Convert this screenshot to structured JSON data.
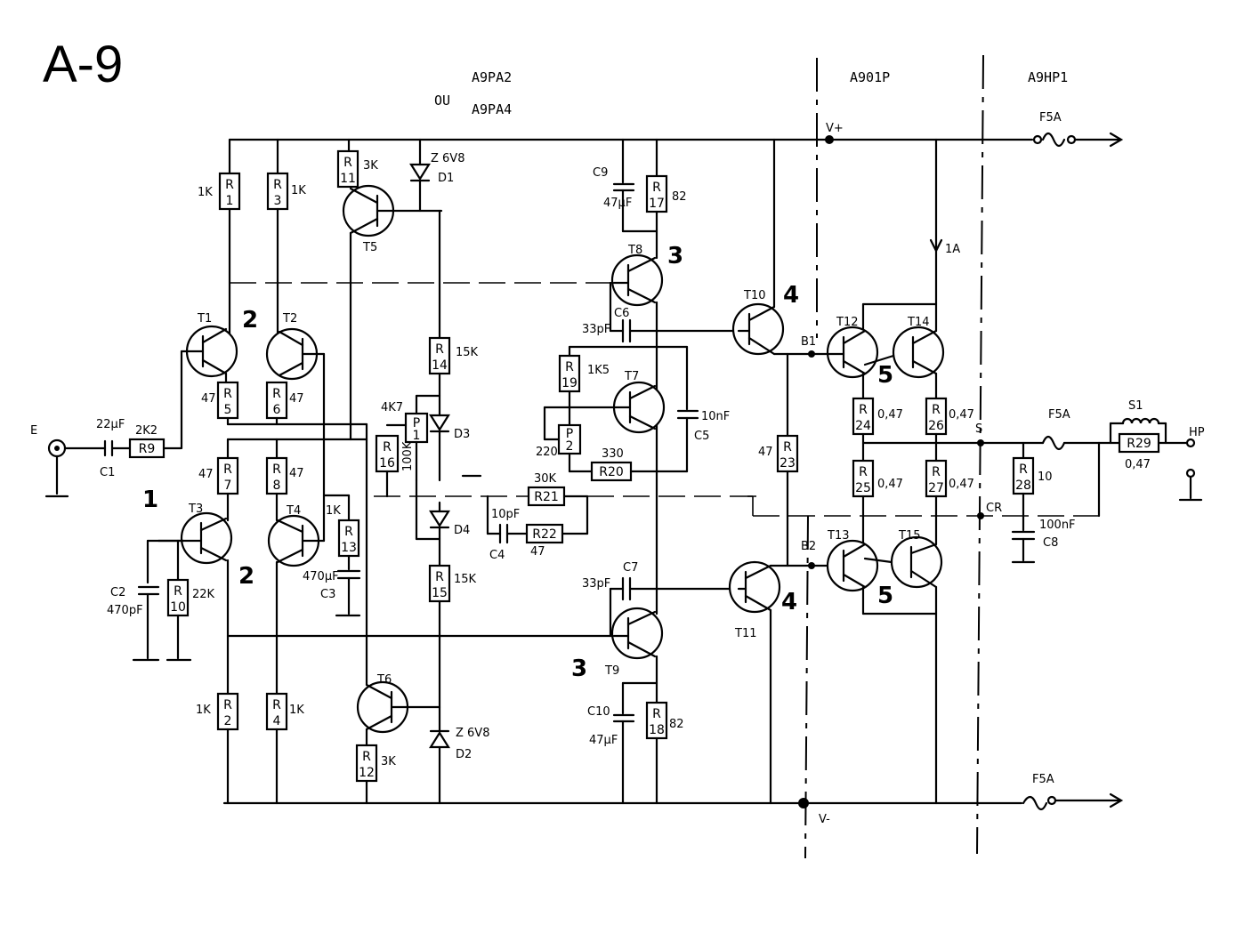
{
  "title": "A-9",
  "sections": {
    "left_line1": "A9PA2",
    "left_or": "OU",
    "left_line2": "A9PA4",
    "middle": "A901P",
    "right": "A9HP1"
  },
  "rails": {
    "positive": "V+",
    "negative": "V-"
  },
  "io": {
    "input": "E",
    "output": "HP",
    "output_node": "S",
    "cr_node": "CR",
    "b1": "B1",
    "b2": "B2"
  },
  "stage_markers": [
    "1",
    "2",
    "2",
    "3",
    "3",
    "4",
    "4",
    "5",
    "5"
  ],
  "transistors": [
    "T1",
    "T2",
    "T3",
    "T4",
    "T5",
    "T6",
    "T7",
    "T8",
    "T9",
    "T10",
    "T11",
    "T12",
    "T13",
    "T14",
    "T15"
  ],
  "resistors": [
    {
      "ref": "R1",
      "value": "1K"
    },
    {
      "ref": "R2",
      "value": "1K"
    },
    {
      "ref": "R3",
      "value": "1K"
    },
    {
      "ref": "R4",
      "value": "1K"
    },
    {
      "ref": "R5",
      "value": "47"
    },
    {
      "ref": "R6",
      "value": "47"
    },
    {
      "ref": "R7",
      "value": "47"
    },
    {
      "ref": "R8",
      "value": "47"
    },
    {
      "ref": "R9",
      "value": "2K2"
    },
    {
      "ref": "R10",
      "value": "22K"
    },
    {
      "ref": "R11",
      "value": "3K"
    },
    {
      "ref": "R12",
      "value": "3K"
    },
    {
      "ref": "R13",
      "value": "1K"
    },
    {
      "ref": "R14",
      "value": "15K"
    },
    {
      "ref": "R15",
      "value": "15K"
    },
    {
      "ref": "R16",
      "value": "100K"
    },
    {
      "ref": "R17",
      "value": "82"
    },
    {
      "ref": "R18",
      "value": "82"
    },
    {
      "ref": "R19",
      "value": "1K5"
    },
    {
      "ref": "R20",
      "value": "330"
    },
    {
      "ref": "R21",
      "value": "30K"
    },
    {
      "ref": "R22",
      "value": "47"
    },
    {
      "ref": "R23",
      "value": "47"
    },
    {
      "ref": "R24",
      "value": "0,47"
    },
    {
      "ref": "R25",
      "value": "0,47"
    },
    {
      "ref": "R26",
      "value": "0,47"
    },
    {
      "ref": "R27",
      "value": "0,47"
    },
    {
      "ref": "R28",
      "value": "10"
    },
    {
      "ref": "R29",
      "value": "0,47"
    }
  ],
  "capacitors": [
    {
      "ref": "C1",
      "value": "22µF"
    },
    {
      "ref": "C2",
      "value": "470pF"
    },
    {
      "ref": "C3",
      "value": "470µF"
    },
    {
      "ref": "C4",
      "value": "10pF"
    },
    {
      "ref": "C5",
      "value": "10nF"
    },
    {
      "ref": "C6",
      "value": "33pF"
    },
    {
      "ref": "C7",
      "value": "33pF"
    },
    {
      "ref": "C8",
      "value": "100nF"
    },
    {
      "ref": "C9",
      "value": "47µF"
    },
    {
      "ref": "C10",
      "value": "47µF"
    }
  ],
  "potentiometers": [
    {
      "ref": "P1",
      "value": "4K7"
    },
    {
      "ref": "P2",
      "value": "220"
    }
  ],
  "diodes": [
    {
      "ref": "D1",
      "value": "Z 6V8"
    },
    {
      "ref": "D2",
      "value": "Z 6V8"
    },
    {
      "ref": "D3",
      "value": ""
    },
    {
      "ref": "D4",
      "value": ""
    }
  ],
  "fuses": [
    "F5A",
    "F5A",
    "F5A"
  ],
  "inductor": "S1",
  "current_note": "1A"
}
